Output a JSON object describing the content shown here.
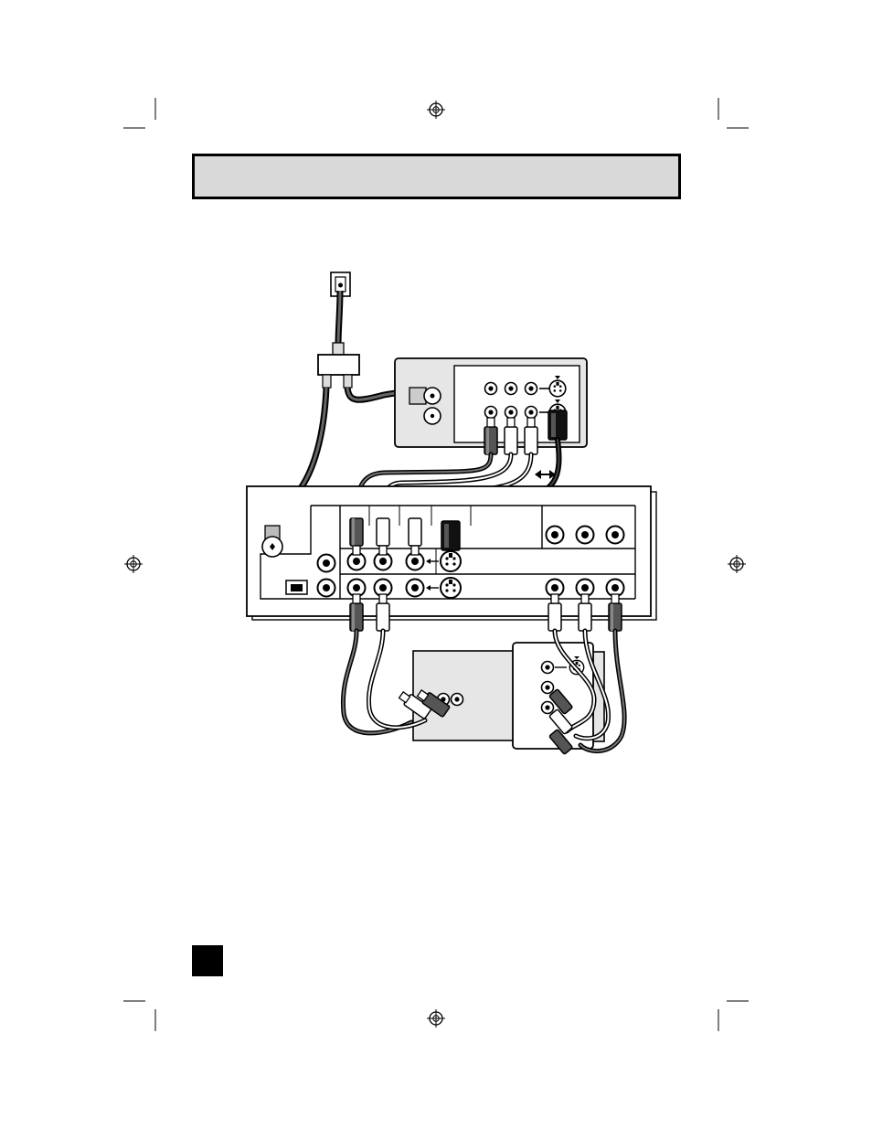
{
  "page": {
    "header_title": "",
    "page_number": ""
  },
  "colors": {
    "ink": "#000000",
    "panel_fill": "#e6e6e6",
    "header_fill": "#d9d9d9",
    "cable_dark": "#555555",
    "cable_light": "#ffffff",
    "cable_black": "#111111"
  },
  "diagram": {
    "components": [
      {
        "id": "wall-outlet",
        "icon": "coax-wall-outlet-icon"
      },
      {
        "id": "splitter",
        "icon": "rf-splitter-icon"
      },
      {
        "id": "vcr-back-panel",
        "icon": "av-panel-icon"
      },
      {
        "id": "tv-back-panel",
        "icon": "tv-jack-panel-icon"
      },
      {
        "id": "audio-device",
        "icon": "audio-device-icon"
      },
      {
        "id": "component-video-device",
        "icon": "component-video-icon"
      }
    ],
    "symbols": {
      "signal_direction": "double-arrow-icon"
    }
  }
}
